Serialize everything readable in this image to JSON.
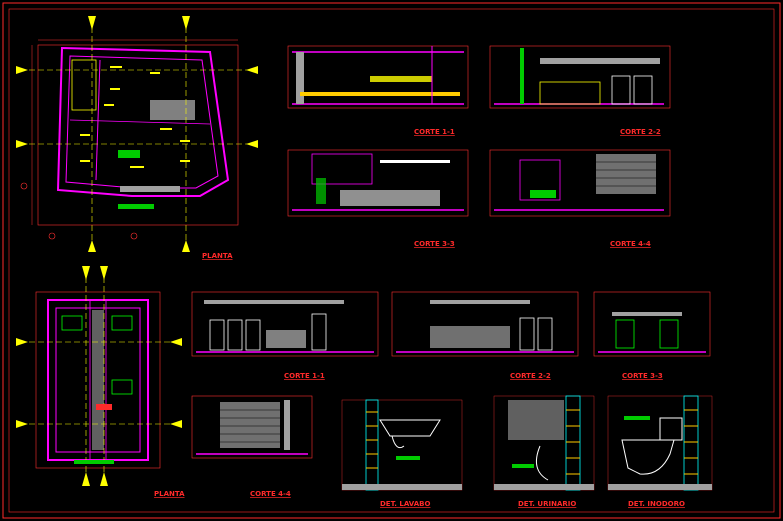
{
  "drawing": {
    "sheet_labels": {
      "planta_top": "PLANTA",
      "planta_bottom": "PLANTA",
      "corte_top_11": "CORTE 1-1",
      "corte_top_22": "CORTE 2-2",
      "corte_top_33": "CORTE 3-3",
      "corte_top_44": "CORTE 4-4",
      "corte_bot_11": "CORTE 1-1",
      "corte_bot_22": "CORTE 2-2",
      "corte_bot_33": "CORTE 3-3",
      "corte_bot_44": "CORTE 4-4",
      "det_lavabo": "DET. LAVABO",
      "det_urinario": "DET. URINARIO",
      "det_inodoro": "DET. INODORO"
    },
    "colors": {
      "background": "#000000",
      "frame": "#ff2a2a",
      "wall": "#ff00ff",
      "dimension": "#ff3030",
      "axis": "#ffff00",
      "hatch": "#a0a0a0",
      "detail": "#00ffff",
      "annotation": "#00ff00"
    }
  }
}
